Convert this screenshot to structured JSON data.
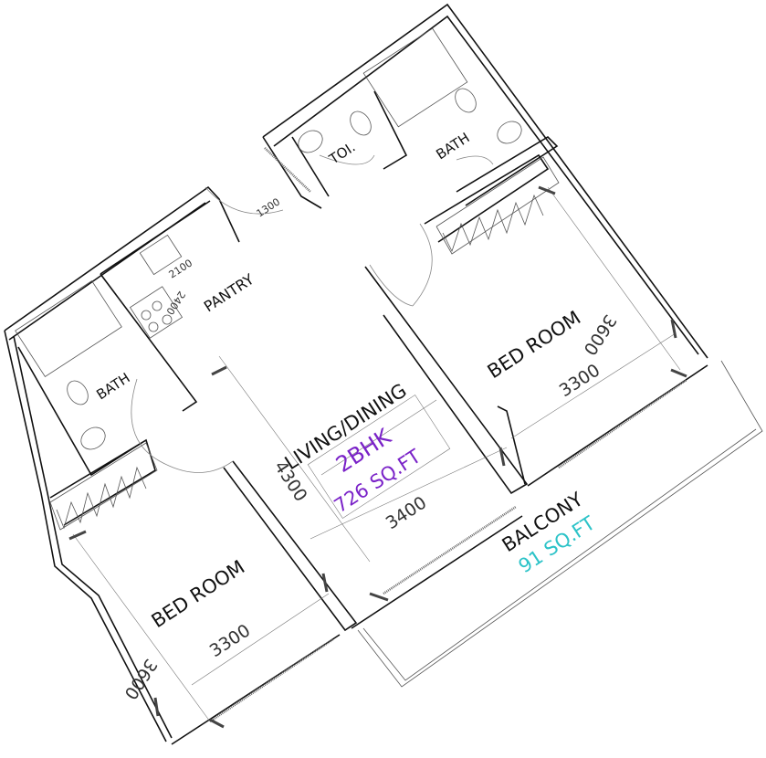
{
  "unit_summary": {
    "type": "2BHK",
    "area": "726 SQ.FT"
  },
  "rooms": {
    "living": {
      "label": "LIVING/DINING",
      "width": "3400",
      "depth": "4300"
    },
    "bedroom_right": {
      "label": "BED ROOM",
      "width": "3300",
      "depth": "3600"
    },
    "bedroom_left": {
      "label": "BED ROOM",
      "width": "3300",
      "depth": "3600"
    },
    "bath_right": {
      "label": "BATH"
    },
    "bath_left": {
      "label": "BATH"
    },
    "toilet": {
      "label": "TOI."
    },
    "pantry": {
      "label": "PANTRY",
      "dim_a": "2100",
      "dim_b": "2400"
    },
    "entry": {
      "door_width": "1300"
    },
    "balcony": {
      "label": "BALCONY",
      "area": "91 SQ.FT"
    }
  },
  "colors": {
    "unit_text": "#7a22c8",
    "balcony_area_text": "#2cc3c8",
    "walls": "#111111"
  }
}
